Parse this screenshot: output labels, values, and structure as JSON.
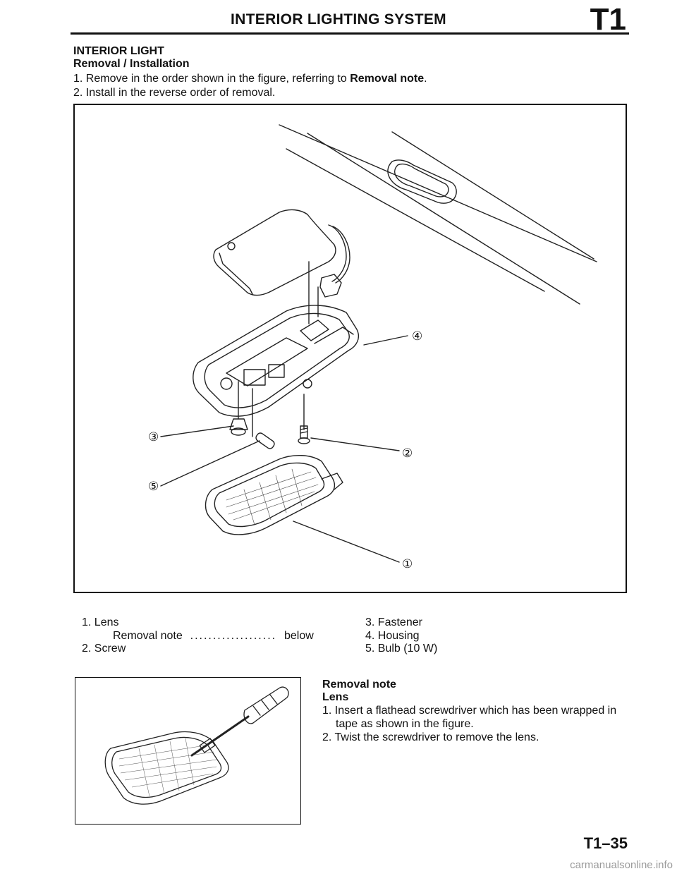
{
  "header": {
    "title": "INTERIOR LIGHTING SYSTEM",
    "section_code": "T1"
  },
  "section": {
    "title": "INTERIOR LIGHT",
    "subtitle": "Removal / Installation",
    "steps": [
      {
        "num": "1.",
        "text": "Remove in the order shown in the figure, referring to ",
        "bold": "Removal note",
        "end": "."
      },
      {
        "num": "2.",
        "text": "Install in the reverse order of removal."
      }
    ]
  },
  "figure": {
    "callouts": [
      "①",
      "②",
      "③",
      "④",
      "⑤"
    ]
  },
  "parts": {
    "p1": {
      "num": "1.",
      "name": "Lens",
      "note_label": "Removal note",
      "note_ref": "below"
    },
    "p2": {
      "num": "2.",
      "name": "Screw"
    },
    "p3": {
      "num": "3.",
      "name": "Fastener"
    },
    "p4": {
      "num": "4.",
      "name": "Housing"
    },
    "p5": {
      "num": "5.",
      "name": "Bulb (10 W)"
    }
  },
  "removal_note": {
    "title": "Removal note",
    "subtitle": "Lens",
    "steps": [
      {
        "num": "1.",
        "line1": "Insert a flathead screwdriver which has been wrapped in",
        "line2": "tape as shown in the figure."
      },
      {
        "num": "2.",
        "line1": "Twist the screwdriver to remove the lens."
      }
    ]
  },
  "page_number": "T1–35",
  "watermark": "carmanualsonline.info"
}
